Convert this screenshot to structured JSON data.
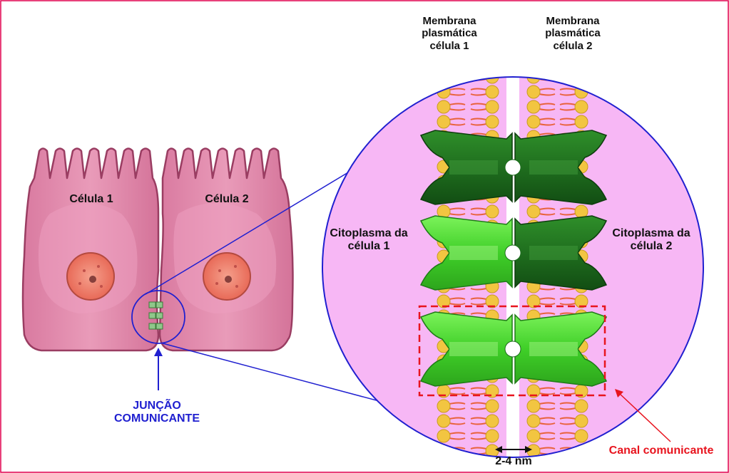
{
  "labels": {
    "cell1": "Célula 1",
    "cell2": "Célula 2",
    "membrane1": [
      "Membrana",
      "plasmática",
      "célula 1"
    ],
    "membrane2": [
      "Membrana",
      "plasmática",
      "célula 2"
    ],
    "cytoplasm1": [
      "Citoplasma da",
      "célula 1"
    ],
    "cytoplasm2": [
      "Citoplasma da",
      "célula 2"
    ],
    "junction": [
      "JUNÇÃO",
      "COMUNICANTE"
    ],
    "channel": "Canal comunicante",
    "distance": "2-4 nm"
  },
  "colors": {
    "frame": "#e0004f",
    "cell_fill": "#e58fae",
    "cell_stroke": "#9a3d62",
    "nucleus": "#f0836f",
    "zoom_circle_fill": "#f7b7f5",
    "zoom_circle_stroke": "#2020d0",
    "lipid_head": "#f2c541",
    "lipid_tail": "#e8623a",
    "connexin_light": "#44d52b",
    "connexin_dark": "#1c6d1c",
    "channel_box": "#e8141e",
    "junction_text": "#2020d0"
  }
}
